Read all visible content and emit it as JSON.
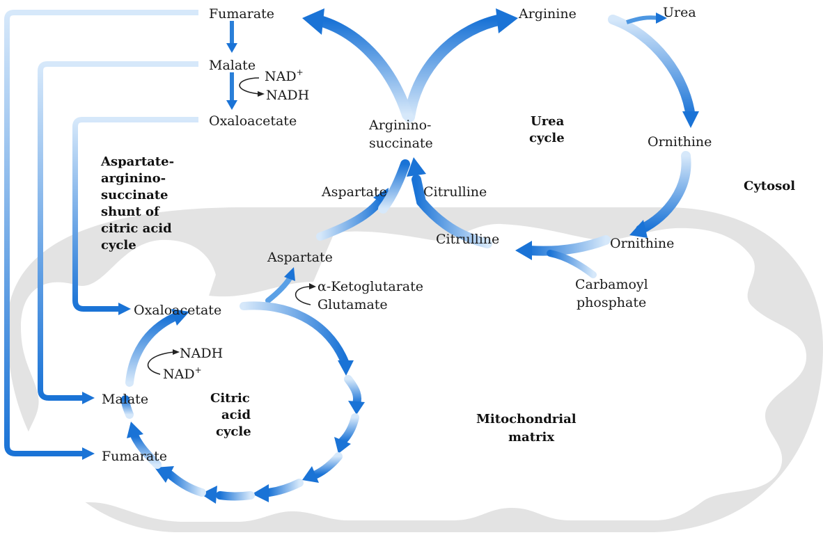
{
  "labels": {
    "fumarate_top": "Fumarate",
    "malate_top": "Malate",
    "nad_plus_top": "NAD",
    "nad_plus_sup": "+",
    "nadh_top": "NADH",
    "oxaloacetate_top": "Oxaloacetate",
    "arginino_line1": "Arginino-",
    "arginino_line2": "succinate",
    "arginine": "Arginine",
    "urea": "Urea",
    "urea_cycle_line1": "Urea",
    "urea_cycle_line2": "cycle",
    "ornithine_cytosol": "Ornithine",
    "cytosol": "Cytosol",
    "aspartate_cytosol": "Aspartate",
    "citrulline_cytosol": "Citrulline",
    "shunt_line1": "Aspartate-",
    "shunt_line2": "arginino-",
    "shunt_line3": "succinate",
    "shunt_line4": "shunt of",
    "shunt_line5": "citric acid",
    "shunt_line6": "cycle",
    "aspartate_matrix": "Aspartate",
    "citrulline_matrix": "Citrulline",
    "ornithine_matrix": "Ornithine",
    "carbamoyl_line1": "Carbamoyl",
    "carbamoyl_line2": "phosphate",
    "alpha_ketoglutarate": "α-Ketoglutarate",
    "glutamate": "Glutamate",
    "oxaloacetate_matrix": "Oxaloacetate",
    "nadh_matrix": "NADH",
    "nad_plus_matrix": "NAD",
    "nad_plus_matrix_sup": "+",
    "malate_matrix": "Malate",
    "fumarate_matrix": "Fumarate",
    "citric_line1": "Citric",
    "citric_line2": "acid",
    "citric_line3": "cycle",
    "mito_line1": "Mitochondrial",
    "mito_line2": "matrix"
  },
  "colors": {
    "arrow_dark": "#1a73d6",
    "arrow_light": "#d6e8fa",
    "mitochondrion": "#e3e3e3",
    "text": "#1a1a1a"
  }
}
